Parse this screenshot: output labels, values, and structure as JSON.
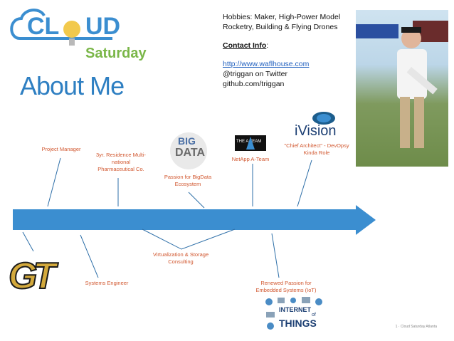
{
  "logo": {
    "word1": "CL",
    "word2": "UD",
    "word3": "Saturday"
  },
  "title": "About Me",
  "info": {
    "hobbies": "Hobbies: Maker, High-Power Model Rocketry, Building & Flying Drones",
    "contact_label": "Contact Info",
    "contact_colon": ":",
    "website": "http://www.waflhouse.com",
    "twitter": "@triggan on Twitter",
    "github": "github.com/triggan"
  },
  "timeline": {
    "above": [
      {
        "text": "Project Manager"
      },
      {
        "text": "3yr. Residence Multi-national Pharmaceutical Co."
      },
      {
        "text": "Passion for BigData Ecosystem"
      },
      {
        "text": "NetApp A-Team"
      },
      {
        "text": "\"Chief Architect\" - DevOpsy Kinda Role"
      }
    ],
    "below": [
      {
        "text": "Systems Engineer"
      },
      {
        "text": "Virtualization & Storage Consulting"
      },
      {
        "text": "Renewed Passion for Embedded Systems (IoT)"
      }
    ]
  },
  "images": {
    "bigdata": {
      "line1": "BIG",
      "line2": "DATA"
    },
    "ateam": {
      "text": "THE A TEAM"
    },
    "ivision": {
      "text": "iVision"
    },
    "gt": {
      "text": "GT"
    },
    "iot": {
      "line1": "INTERNET",
      "line2": "of",
      "line3": "THINGS"
    }
  },
  "footer": "1 · Cloud Saturday Atlanta",
  "colors": {
    "accent": "#2e7fc2",
    "label": "#d1572f",
    "arrow": "#3b8ed0",
    "gold": "#d3a93c"
  }
}
